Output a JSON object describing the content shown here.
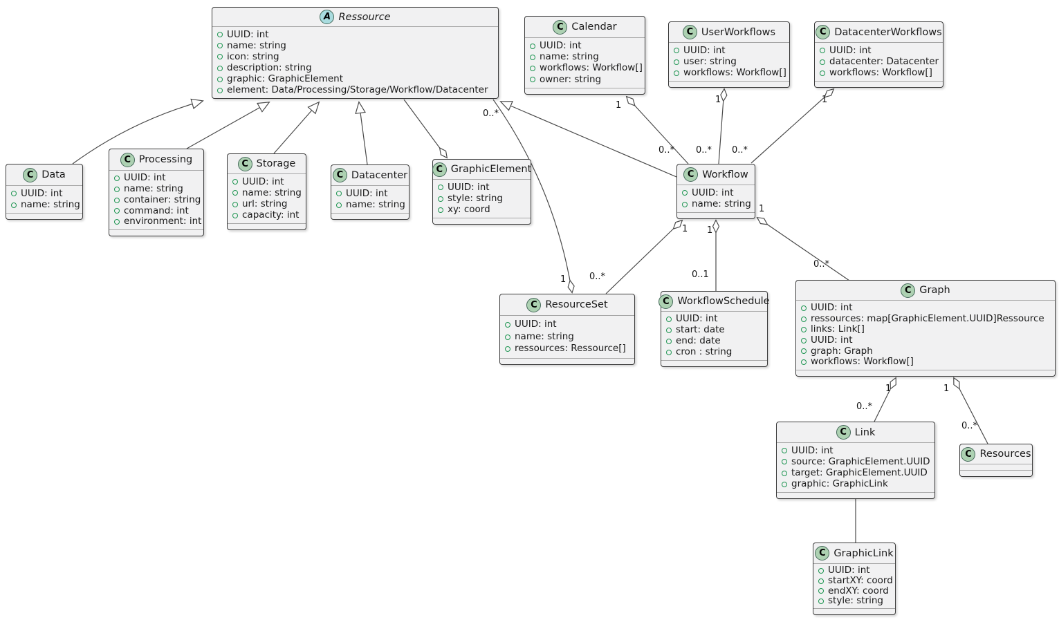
{
  "diagram": {
    "title": "UML class diagram",
    "colors": {
      "box_fill": "#F1F1F2",
      "box_border": "#3b3b3b",
      "class_circle_fill": "#ADD1B2",
      "abstract_circle_fill": "#A9DCDF",
      "field_dot": "#1d9551",
      "edge_line": "#4a4a4a"
    },
    "classes": [
      {
        "id": "ressource",
        "stereotype": "abstract",
        "letter": "A",
        "name": "Ressource",
        "attributes": [
          "UUID: int",
          "name: string",
          "icon: string",
          "description: string",
          "graphic: GraphicElement",
          "element: Data/Processing/Storage/Workflow/Datacenter"
        ]
      },
      {
        "id": "data",
        "stereotype": "class",
        "letter": "C",
        "name": "Data",
        "attributes": [
          "UUID: int",
          "name: string"
        ]
      },
      {
        "id": "processing",
        "stereotype": "class",
        "letter": "C",
        "name": "Processing",
        "attributes": [
          "UUID: int",
          "name: string",
          "container: string",
          "command: int",
          "environment: int"
        ]
      },
      {
        "id": "storage",
        "stereotype": "class",
        "letter": "C",
        "name": "Storage",
        "attributes": [
          "UUID: int",
          "name: string",
          "url: string",
          "capacity: int"
        ]
      },
      {
        "id": "datacenter",
        "stereotype": "class",
        "letter": "C",
        "name": "Datacenter",
        "attributes": [
          "UUID: int",
          "name: string"
        ]
      },
      {
        "id": "graphicelement",
        "stereotype": "class",
        "letter": "C",
        "name": "GraphicElement",
        "attributes": [
          "UUID: int",
          "style: string",
          "xy: coord"
        ]
      },
      {
        "id": "calendar",
        "stereotype": "class",
        "letter": "C",
        "name": "Calendar",
        "attributes": [
          "UUID: int",
          "name: string",
          "workflows: Workflow[]",
          "owner: string"
        ]
      },
      {
        "id": "userworkflows",
        "stereotype": "class",
        "letter": "C",
        "name": "UserWorkflows",
        "attributes": [
          "UUID: int",
          "user: string",
          "workflows: Workflow[]"
        ]
      },
      {
        "id": "datacenterworkflows",
        "stereotype": "class",
        "letter": "C",
        "name": "DatacenterWorkflows",
        "attributes": [
          "UUID: int",
          "datacenter: Datacenter",
          "workflows: Workflow[]"
        ]
      },
      {
        "id": "workflow",
        "stereotype": "class",
        "letter": "C",
        "name": "Workflow",
        "attributes": [
          "UUID: int",
          "name: string"
        ]
      },
      {
        "id": "resourceset",
        "stereotype": "class",
        "letter": "C",
        "name": "ResourceSet",
        "attributes": [
          "UUID: int",
          "name: string",
          "ressources: Ressource[]"
        ]
      },
      {
        "id": "workflowschedule",
        "stereotype": "class",
        "letter": "C",
        "name": "WorkflowSchedule",
        "attributes": [
          "UUID: int",
          "start: date",
          "end: date",
          "cron : string"
        ]
      },
      {
        "id": "graph",
        "stereotype": "class",
        "letter": "C",
        "name": "Graph",
        "attributes": [
          "UUID: int",
          "ressources: map[GraphicElement.UUID]Ressource",
          "links: Link[]",
          "UUID: int",
          "graph: Graph",
          "workflows: Workflow[]"
        ]
      },
      {
        "id": "link",
        "stereotype": "class",
        "letter": "C",
        "name": "Link",
        "attributes": [
          "UUID: int",
          "source: GraphicElement.UUID",
          "target: GraphicElement.UUID",
          "graphic: GraphicLink"
        ]
      },
      {
        "id": "resources",
        "stereotype": "class",
        "letter": "C",
        "name": "Resources",
        "attributes": []
      },
      {
        "id": "graphiclink",
        "stereotype": "class",
        "letter": "C",
        "name": "GraphicLink",
        "attributes": [
          "UUID: int",
          "startXY: coord",
          "endXY: coord",
          "style: string"
        ]
      }
    ],
    "relationships": [
      {
        "from": "Data",
        "to": "Ressource",
        "type": "inheritance"
      },
      {
        "from": "Processing",
        "to": "Ressource",
        "type": "inheritance"
      },
      {
        "from": "Storage",
        "to": "Ressource",
        "type": "inheritance"
      },
      {
        "from": "Datacenter",
        "to": "Ressource",
        "type": "inheritance"
      },
      {
        "from": "Workflow",
        "to": "Ressource",
        "type": "inheritance"
      },
      {
        "from": "Ressource",
        "to": "GraphicElement",
        "type": "aggregation"
      },
      {
        "from": "Ressource",
        "to": "ResourceSet",
        "type": "aggregation",
        "label_from": "0..*",
        "label_to": "1"
      },
      {
        "from": "Workflow",
        "to": "Calendar",
        "type": "aggregation",
        "label_from": "0..*",
        "label_to": "1"
      },
      {
        "from": "Workflow",
        "to": "UserWorkflows",
        "type": "aggregation",
        "label_from": "0..*",
        "label_to": "1"
      },
      {
        "from": "Workflow",
        "to": "DatacenterWorkflows",
        "type": "aggregation",
        "label_from": "0..*",
        "label_to": "1"
      },
      {
        "from": "ResourceSet",
        "to": "Workflow",
        "type": "aggregation",
        "label_from": "0..*",
        "label_to": "1"
      },
      {
        "from": "WorkflowSchedule",
        "to": "Workflow",
        "type": "aggregation",
        "label_from": "0..1",
        "label_to": "1"
      },
      {
        "from": "Graph",
        "to": "Workflow",
        "type": "aggregation",
        "label_from": "0..*",
        "label_to": "1"
      },
      {
        "from": "Link",
        "to": "Graph",
        "type": "aggregation",
        "label_from": "0..*",
        "label_to": "1"
      },
      {
        "from": "Resources",
        "to": "Graph",
        "type": "aggregation",
        "label_from": "0..*",
        "label_to": "1"
      },
      {
        "from": "Link",
        "to": "GraphicLink",
        "type": "association"
      }
    ]
  }
}
